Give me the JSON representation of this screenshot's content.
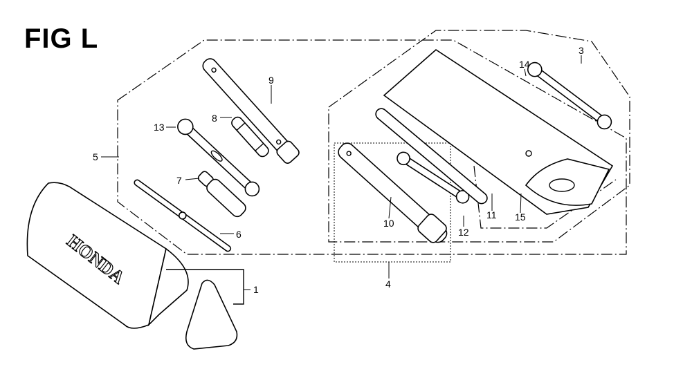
{
  "figure": {
    "title": "FIG L"
  },
  "logo_text": "HONDA",
  "callouts": {
    "c1": "1",
    "c3": "3",
    "c4": "4",
    "c5": "5",
    "c6": "6",
    "c7": "7",
    "c8": "8",
    "c9": "9",
    "c10": "10",
    "c11": "11",
    "c12": "12",
    "c13": "13",
    "c14": "14",
    "c15": "15"
  }
}
